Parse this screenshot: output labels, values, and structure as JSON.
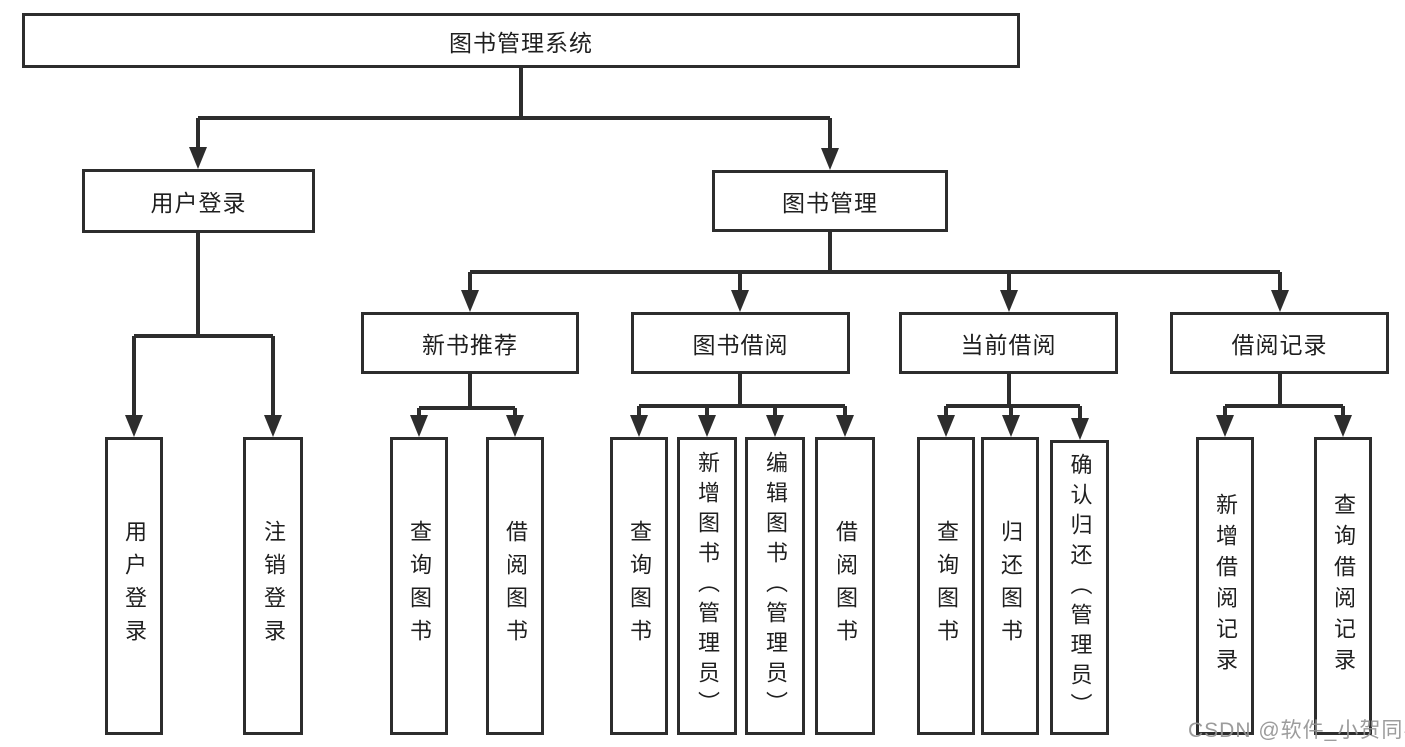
{
  "diagram": {
    "tree": {
      "label": "图书管理系统",
      "children": [
        {
          "label": "用户登录",
          "children": [
            {
              "label": "用户登录"
            },
            {
              "label": "注销登录"
            }
          ]
        },
        {
          "label": "图书管理",
          "children": [
            {
              "label": "新书推荐",
              "children": [
                {
                  "label": "查询图书"
                },
                {
                  "label": "借阅图书"
                }
              ]
            },
            {
              "label": "图书借阅",
              "children": [
                {
                  "label": "查询图书"
                },
                {
                  "label": "新增图书（管理员）"
                },
                {
                  "label": "编辑图书（管理员）"
                },
                {
                  "label": "借阅图书"
                }
              ]
            },
            {
              "label": "当前借阅",
              "children": [
                {
                  "label": "查询图书"
                },
                {
                  "label": "归还图书"
                },
                {
                  "label": "确认归还（管理员）"
                }
              ]
            },
            {
              "label": "借阅记录",
              "children": [
                {
                  "label": "新增借阅记录"
                },
                {
                  "label": "查询借阅记录"
                }
              ]
            }
          ]
        }
      ]
    },
    "colors": {
      "line": "#2d2d2d",
      "text": "#1f1f1f",
      "background": "#ffffff",
      "watermark": "#949494"
    }
  },
  "watermark": {
    "text": "CSDN @软件_小贺同学"
  }
}
